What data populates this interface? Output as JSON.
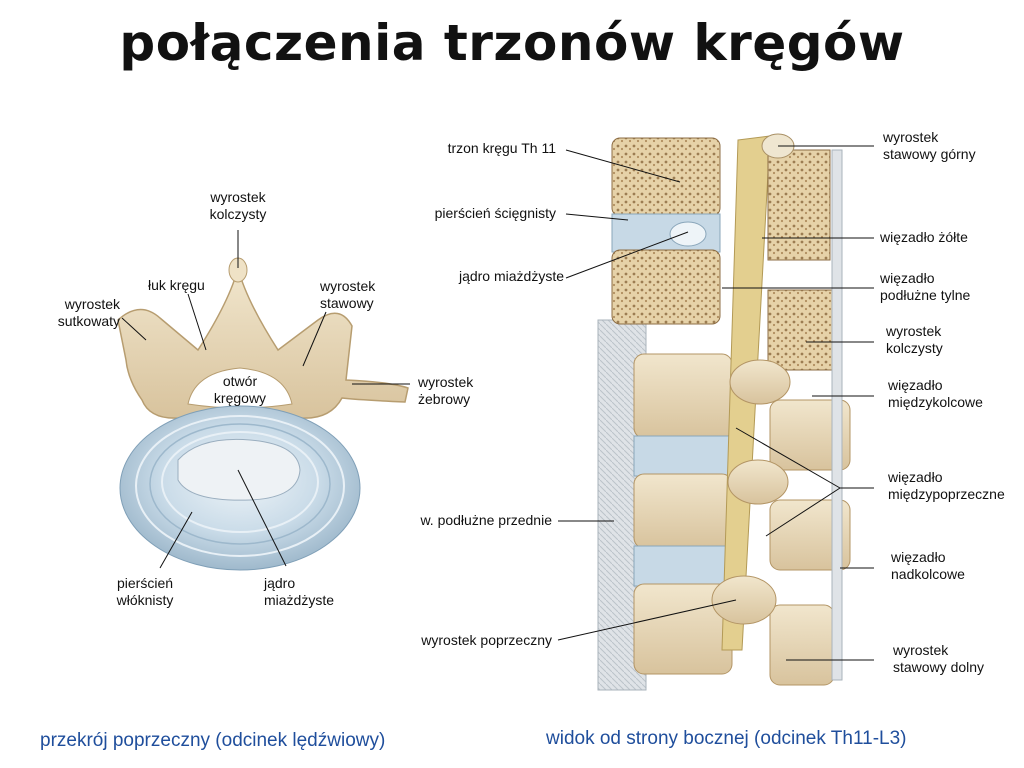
{
  "title": "połączenia trzonów kręgów",
  "left": {
    "labels": {
      "spinous": [
        "wyrostek",
        "kolczysty"
      ],
      "arch": "łuk kręgu",
      "articular": [
        "wyrostek",
        "stawowy"
      ],
      "mammillary": [
        "wyrostek",
        "sutkowaty"
      ],
      "foramen": [
        "otwór",
        "kręgowy"
      ],
      "costal": [
        "wyrostek",
        "żebrowy"
      ],
      "annulus": [
        "pierścień",
        "włóknisty"
      ],
      "nucleus": [
        "jądro",
        "miażdżyste"
      ]
    },
    "caption": "przekrój poprzeczny (odcinek lędźwiowy)"
  },
  "right": {
    "labels_left": {
      "body": "trzon kręgu Th 11",
      "fibrous_ring": "pierścień ścięgnisty",
      "nucleus": "jądro miażdżyste",
      "anterior_lig": "w. podłużne przednie",
      "transverse": "wyrostek poprzeczny"
    },
    "labels_right": {
      "sup_articular": [
        "wyrostek",
        "stawowy górny"
      ],
      "flavum": "więzadło żółte",
      "post_long": [
        "więzadło",
        "podłużne tylne"
      ],
      "spinous": [
        "wyrostek",
        "kolczysty"
      ],
      "interspinous": [
        "więzadło",
        "międzykolcowe"
      ],
      "intertransverse": [
        "więzadło",
        "międzypoprzeczne"
      ],
      "supraspinous": [
        "więzadło",
        "nadkolcowe"
      ],
      "inf_articular": [
        "wyrostek",
        "stawowy dolny"
      ]
    },
    "caption": "widok od strony bocznej (odcinek Th11-L3)"
  },
  "colors": {
    "bone": "#e8d8b8",
    "bone_dark": "#c9ae82",
    "disc": "#c7d9e6",
    "ligament": "#d8d9db",
    "caption": "#1f4e9c"
  }
}
